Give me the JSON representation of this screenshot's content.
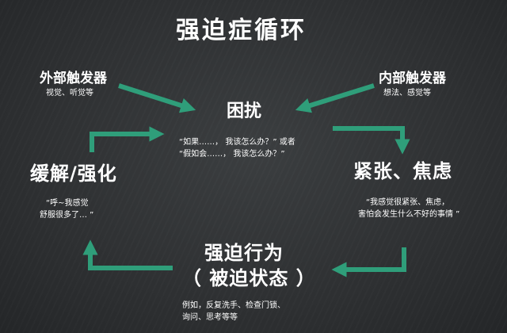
{
  "title": "强迫症循环",
  "external_trigger": {
    "label": "外部触发器",
    "detail": "视觉、听觉等"
  },
  "internal_trigger": {
    "label": "内部触发器",
    "detail": "想法、感觉等"
  },
  "distress": {
    "label": "困扰",
    "quote_line1": "“如果……， 我该怎么办？” 或者",
    "quote_line2": "“假如会……， 我该怎么办？”"
  },
  "anxiety": {
    "label": "紧张、焦虑",
    "quote_line1": "“我感觉很紧张、焦虑，",
    "quote_line2": "害怕会发生什么不好的事情 ”"
  },
  "compulsion": {
    "label_line1": "强迫行为",
    "label_line2": "（ 被迫状态 ）",
    "example_line1": "例如，反复洗手、检查门锁、",
    "example_line2": "询问、思考等等"
  },
  "relief": {
    "label": "缓解/强化",
    "quote_line1": "“呼~我感觉",
    "quote_line2": "舒服很多了… ”"
  },
  "colors": {
    "arrow": "#2f9e7a",
    "text": "#ffffff",
    "board": "#2f3133"
  }
}
